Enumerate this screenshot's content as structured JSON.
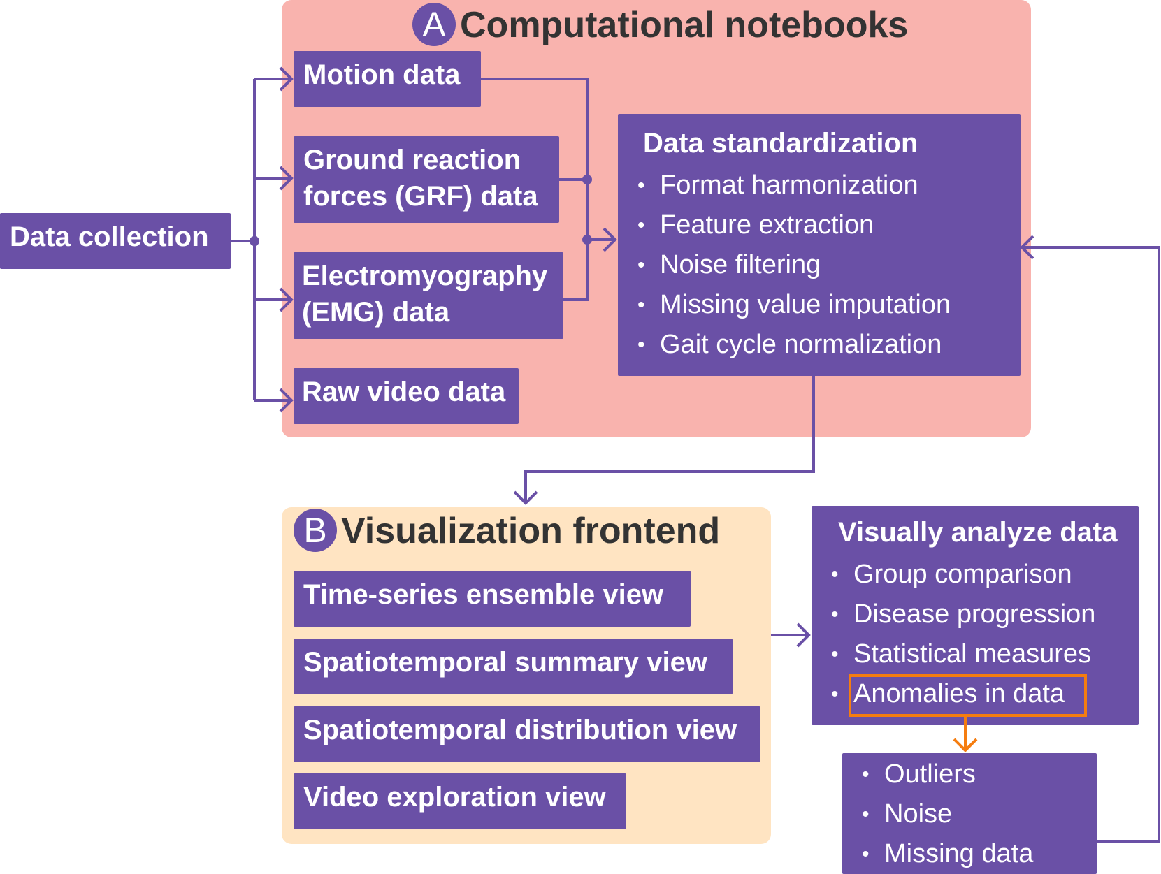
{
  "panel_a": {
    "badge": "A",
    "title": "Computational notebooks"
  },
  "panel_b": {
    "badge": "B",
    "title": "Visualization frontend"
  },
  "data_collection": "Data collection",
  "inputs": {
    "motion": "Motion data",
    "grf_line1": "Ground reaction",
    "grf_line2": "forces (GRF) data",
    "emg_line1": "Electromyography",
    "emg_line2": "(EMG) data",
    "video": "Raw video data"
  },
  "standardization": {
    "title": "Data standardization",
    "items": [
      "Format harmonization",
      "Feature extraction",
      "Noise filtering",
      "Missing value imputation",
      "Gait cycle normalization"
    ]
  },
  "views": [
    "Time-series ensemble view",
    "Spatiotemporal summary view",
    "Spatiotemporal distribution view",
    "Video exploration view"
  ],
  "analyze": {
    "title": "Visually analyze data",
    "items": [
      "Group comparison",
      "Disease progression",
      "Statistical measures",
      "Anomalies in data"
    ]
  },
  "anomalies": {
    "items": [
      "Outliers",
      "Noise",
      "Missing data"
    ]
  },
  "colors": {
    "box": "#6a50a6",
    "panel_a": "#f9b3ae",
    "panel_b": "#ffe4c2",
    "highlight": "#f57d10",
    "title_text": "#333333"
  }
}
